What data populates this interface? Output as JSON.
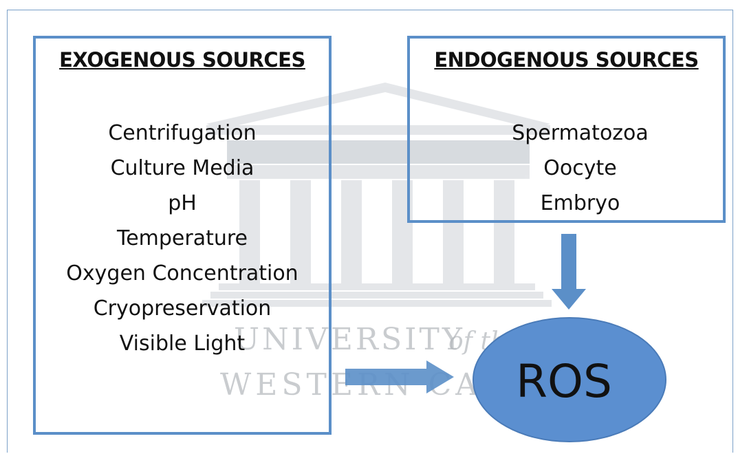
{
  "watermark": {
    "line1": "UNIVERSITY",
    "line1_suffix": "of the",
    "line2": "WESTERN CAPE"
  },
  "exogenous": {
    "title": "EXOGENOUS SOURCES",
    "items": [
      "Centrifugation",
      "Culture Media",
      "pH",
      "Temperature",
      "Oxygen Concentration",
      "Cryopreservation",
      "Visible Light"
    ]
  },
  "endogenous": {
    "title": "ENDOGENOUS SOURCES",
    "items": [
      "Spermatozoa",
      "Oocyte",
      "Embryo"
    ]
  },
  "target": {
    "label": "ROS"
  },
  "colors": {
    "accent": "#5b8fc8",
    "ellipse_fill": "#5b8fd0",
    "frame": "#7aa0c8",
    "text": "#111111"
  }
}
